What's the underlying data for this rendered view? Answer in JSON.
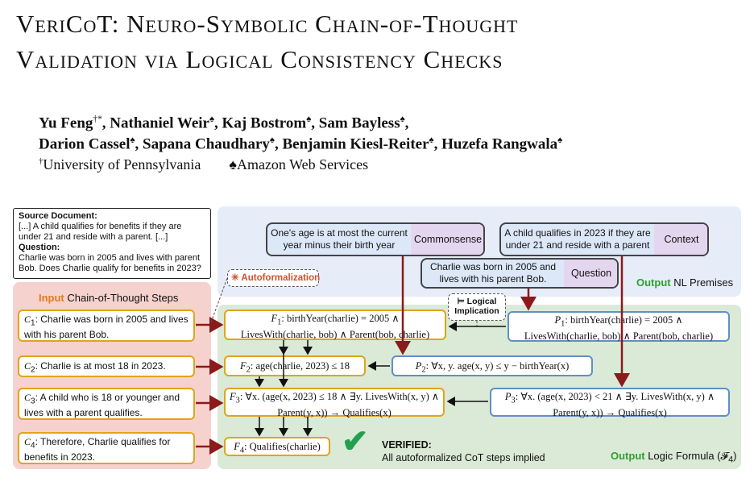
{
  "title": {
    "line1": "VeriCoT: Neuro-Symbolic Chain-of-Thought",
    "line2": "Validation via Logical Consistency Checks"
  },
  "authors": {
    "line1": [
      "Yu Feng",
      "Nathaniel Weir",
      "Kaj Bostrom",
      "Sam Bayless"
    ],
    "line1_marks": [
      "†*",
      "♠",
      "♠",
      "♠"
    ],
    "line2": [
      "Darion Cassel",
      "Sapana Chaudhary",
      "Benjamin Kiesl-Reiter",
      "Huzefa Rangwala"
    ],
    "line2_marks": [
      "♠",
      "♠",
      "♠",
      "♠"
    ],
    "affiliations": [
      {
        "mark": "†",
        "name": "University of Pennsylvania"
      },
      {
        "mark": "♠",
        "name": "Amazon Web Services"
      }
    ]
  },
  "figure": {
    "source": {
      "doc_label": "Source Document:",
      "doc_text": "[...] A child qualifies for benefits if they are under 21 and reside with a parent. [...]",
      "q_label": "Question:",
      "q_text": "Charlie was born in 2005 and lives with parent Bob. Does Charlie qualify for benefits in 2023?"
    },
    "cot_header_bold": "Input",
    "cot_header_rest": " Chain-of-Thought Steps",
    "cot_steps": [
      {
        "label": "C",
        "sub": "1",
        "text": ": Charlie was born in 2005 and lives with his parent Bob."
      },
      {
        "label": "C",
        "sub": "2",
        "text": ": Charlie is at most 18 in 2023."
      },
      {
        "label": "C",
        "sub": "3",
        "text": ": A child who is 18 or younger and lives with a parent qualifies."
      },
      {
        "label": "C",
        "sub": "4",
        "text": ": Therefore, Charlie qualifies for benefits in 2023."
      }
    ],
    "autoformalization": "Autoformalization",
    "logical_implication_symbol": "⊨",
    "logical_implication": "Logical Implication",
    "nl_premises_output_bold": "Output",
    "nl_premises_output_rest": " NL Premises",
    "premises": [
      {
        "text": "One's age is at most the current year minus their birth year",
        "tag": "Commonsense"
      },
      {
        "text": "A child qualifies in 2023 if they are under 21 and reside with a parent",
        "tag": "Context"
      },
      {
        "text": "Charlie was born in 2005 and lives with his parent Bob.",
        "tag": "Question"
      }
    ],
    "formulas_F": [
      {
        "name": "F",
        "sub": "1",
        "line1": ": birthYear(charlie) = 2005 ∧",
        "line2": "LivesWith(charlie, bob) ∧ Parent(bob, charlie)"
      },
      {
        "name": "F",
        "sub": "2",
        "line1": ": age(charlie, 2023) ≤ 18",
        "line2": ""
      },
      {
        "name": "F",
        "sub": "3",
        "line1": ": ∀x. (age(x, 2023) ≤ 18 ∧ ∃y. LivesWith(x, y) ∧",
        "line2": "Parent(y, x)) → Qualifies(x)"
      },
      {
        "name": "F",
        "sub": "4",
        "line1": ": Qualifies(charlie)",
        "line2": ""
      }
    ],
    "formulas_P": [
      {
        "name": "P",
        "sub": "1",
        "line1": ": birthYear(charlie) = 2005 ∧",
        "line2": "LivesWith(charlie, bob) ∧ Parent(bob, charlie)"
      },
      {
        "name": "P",
        "sub": "2",
        "line1": ": ∀x, y. age(x, y) ≤ y − birthYear(x)",
        "line2": ""
      },
      {
        "name": "P",
        "sub": "3",
        "line1": ": ∀x. (age(x, 2023) < 21 ∧ ∃y. LivesWith(x, y) ∧",
        "line2": "Parent(y, x)) → Qualifies(x)"
      }
    ],
    "verified_label": "VERIFIED:",
    "verified_text": "All autoformalized CoT steps implied",
    "logic_output_bold": "Output",
    "logic_output_rest": " Logic Formula (𝓕",
    "logic_output_sub": "4",
    "logic_output_close": ")",
    "colors": {
      "red_panel": "#f7d3cf",
      "blue_panel": "#e7eefa",
      "green_panel": "#dcebd8",
      "orange_border": "#e0a41a",
      "blue_border": "#5f8fc8",
      "dark_red": "#8b1a1a",
      "green_text": "#2f9e2f",
      "orange_text": "#e07b1f",
      "tag_purple": "#e5d6ef",
      "premise_blue": "#dce8f8"
    }
  }
}
